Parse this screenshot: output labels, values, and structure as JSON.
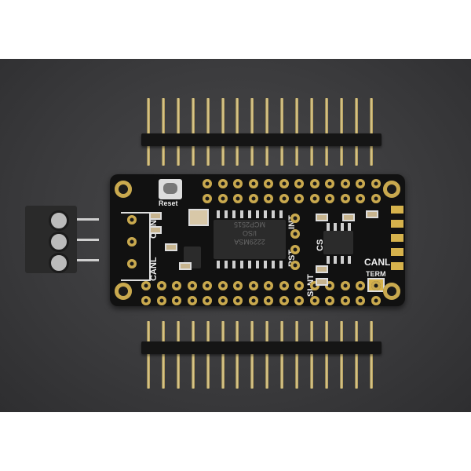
{
  "board": {
    "reset_label": "Reset",
    "canh_label": "CANH",
    "canl_left_label": "CANL",
    "int_label": "INT",
    "cs_label": "CS",
    "rst_label": "RST",
    "slnt_label": "SLNT",
    "canl_right_label": "CANL",
    "term_label": "TERM",
    "chip_line1": "2229MSA",
    "chip_line2": "I/SO",
    "chip_line3": "MCP2515"
  },
  "headers": {
    "top_pin_count": 16,
    "bottom_pin_count": 16
  },
  "terminal_block": {
    "positions": 3
  },
  "colors": {
    "background": "#3a3a3c",
    "board": "#111111",
    "gold": "#c9a94e"
  }
}
